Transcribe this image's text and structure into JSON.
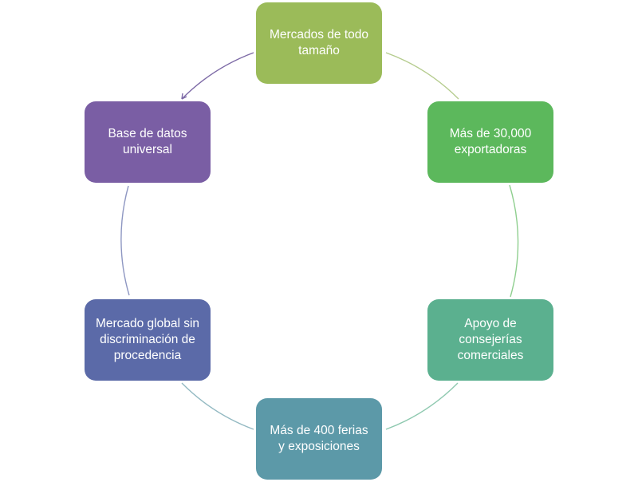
{
  "diagram": {
    "type": "cycle",
    "nodes": [
      {
        "label": "Mercados de todo\ntamaño",
        "color": "#9bbb59"
      },
      {
        "label": "Más de 30,000\nexportadoras",
        "color": "#5cb85c"
      },
      {
        "label": "Apoyo de\nconsejerías\ncomerciales",
        "color": "#5bb08f"
      },
      {
        "label": "Más de 400 ferias\ny exposiciones",
        "color": "#5c99a8"
      },
      {
        "label": "Mercado global sin\ndiscriminación de\nprocedencia",
        "color": "#5b6aa8"
      },
      {
        "label": "Base de datos\nuniversal",
        "color": "#7a5ea4"
      }
    ]
  }
}
